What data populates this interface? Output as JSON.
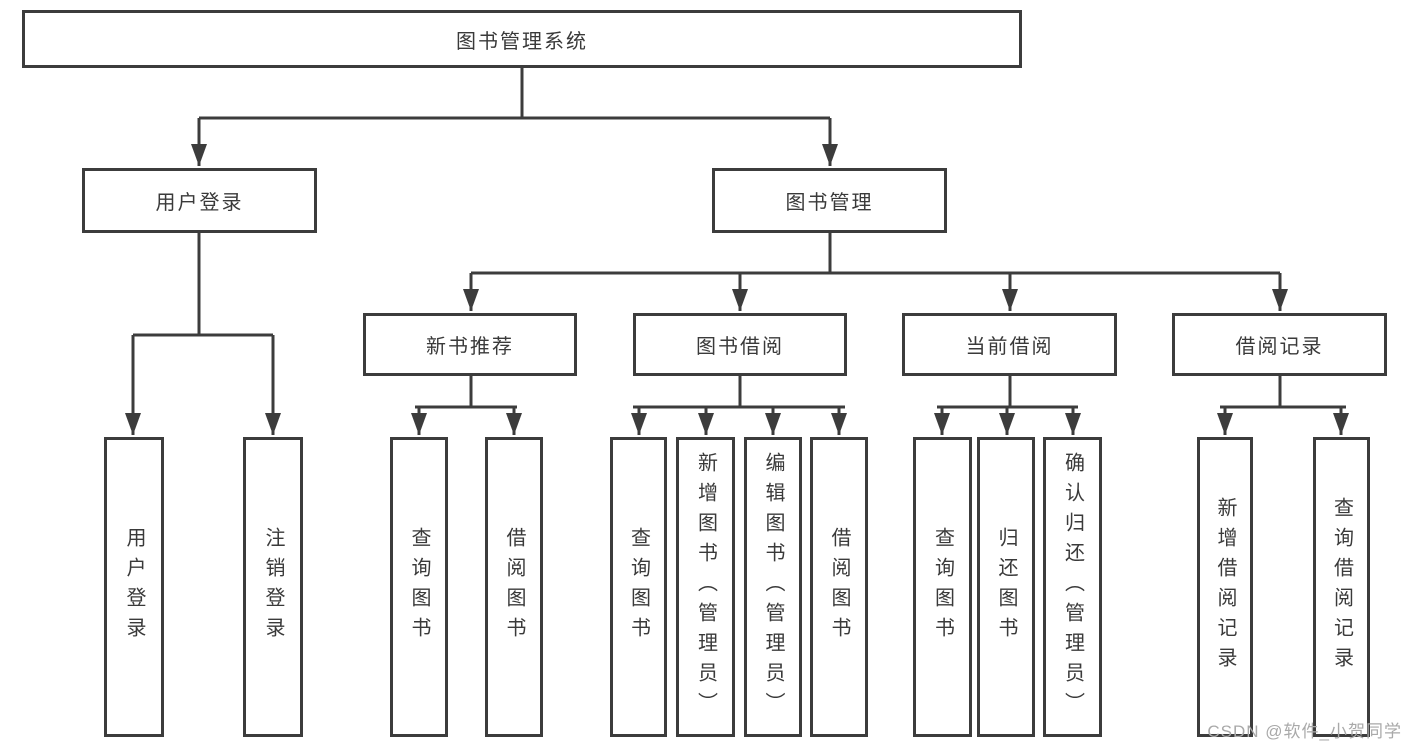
{
  "tree": {
    "root": "图书管理系统",
    "branches": [
      {
        "label": "用户登录",
        "children": [
          "用户登录",
          "注销登录"
        ]
      },
      {
        "label": "图书管理",
        "groups": [
          {
            "label": "新书推荐",
            "children": [
              "查询图书",
              "借阅图书"
            ]
          },
          {
            "label": "图书借阅",
            "children": [
              "查询图书",
              "新增图书（管理员）",
              "编辑图书（管理员）",
              "借阅图书"
            ]
          },
          {
            "label": "当前借阅",
            "children": [
              "查询图书",
              "归还图书",
              "确认归还（管理员）"
            ]
          },
          {
            "label": "借阅记录",
            "children": [
              "新增借阅记录",
              "查询借阅记录"
            ]
          }
        ]
      }
    ]
  },
  "watermark": {
    "text": "CSDN @软件_小贺同学"
  },
  "colors": {
    "line": "#3c3c3c",
    "box_border": "#3c3c3c",
    "text": "#3a3a3a",
    "watermark": "#a9a9a9",
    "background": "#ffffff"
  }
}
